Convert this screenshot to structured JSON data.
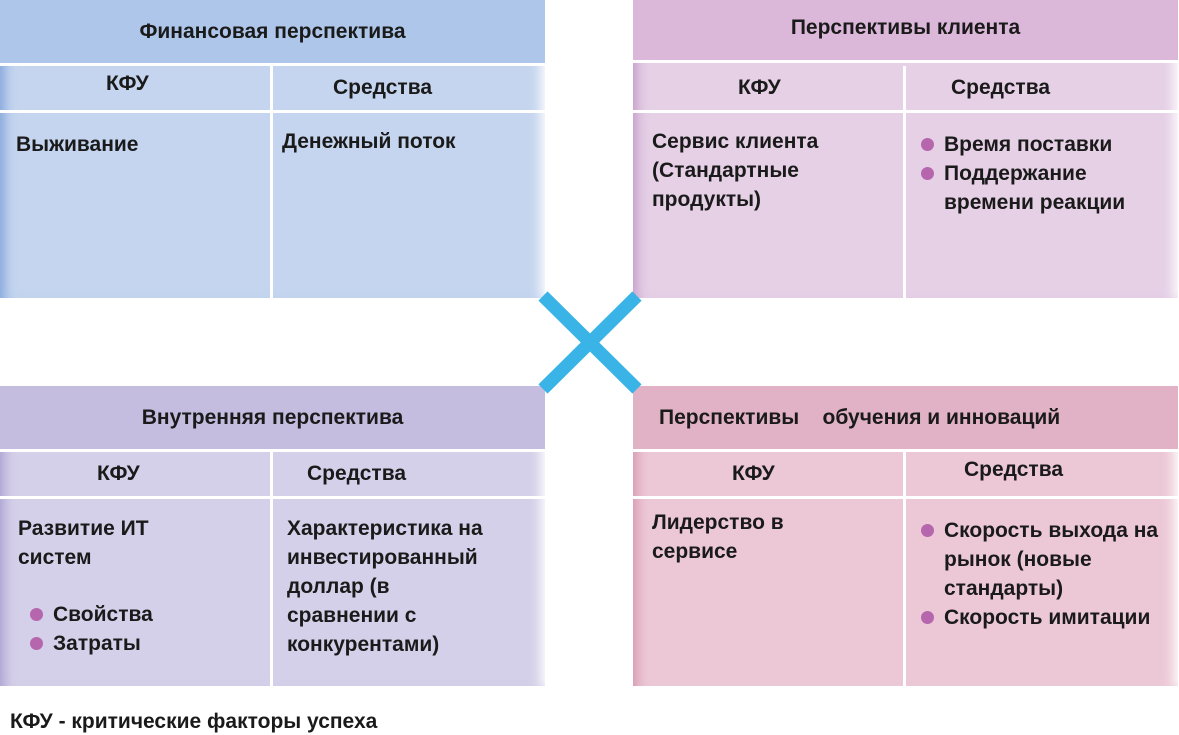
{
  "quadrants": {
    "financial": {
      "title": "Финансовая перспектива",
      "kfu_label": "КФУ",
      "means_label": "Средства",
      "kfu_text": "Выживание",
      "means_text": "Денежный поток"
    },
    "client": {
      "title": "Перспективы клиента",
      "kfu_label": "КФУ",
      "means_label": "Средства",
      "kfu_lines": [
        "Сервис клиента",
        "(Стандартные",
        "продукты)"
      ],
      "means_items": [
        "Время поставки",
        "Поддержание времени реакции"
      ]
    },
    "internal": {
      "title": "Внутренняя перспектива",
      "kfu_label": "КФУ",
      "means_label": "Средства",
      "kfu_lines": [
        "Развитие ИТ",
        "систем"
      ],
      "kfu_items": [
        "Свойства",
        "Затраты"
      ],
      "means_lines": [
        "Характеристика на",
        "инвестированный",
        "доллар (в",
        "сравнении с",
        "конкурентами)"
      ]
    },
    "learning": {
      "title": "Перспективы    обучения и инноваций",
      "kfu_label": "КФУ",
      "means_label": "Средства",
      "kfu_lines": [
        "Лидерство в",
        "сервисе"
      ],
      "means_items": [
        "Скорость выхода на рынок (новые стандарты)",
        "Скорость имитации"
      ]
    }
  },
  "footnote": "КФУ - критические факторы  успеха",
  "colors": {
    "financial": "#c5d5ef",
    "client": "#e5d0e6",
    "internal": "#d5d0e9",
    "learning": "#ecc8d6",
    "cross": "#3ab4e6",
    "bullet": "#b566ad"
  }
}
